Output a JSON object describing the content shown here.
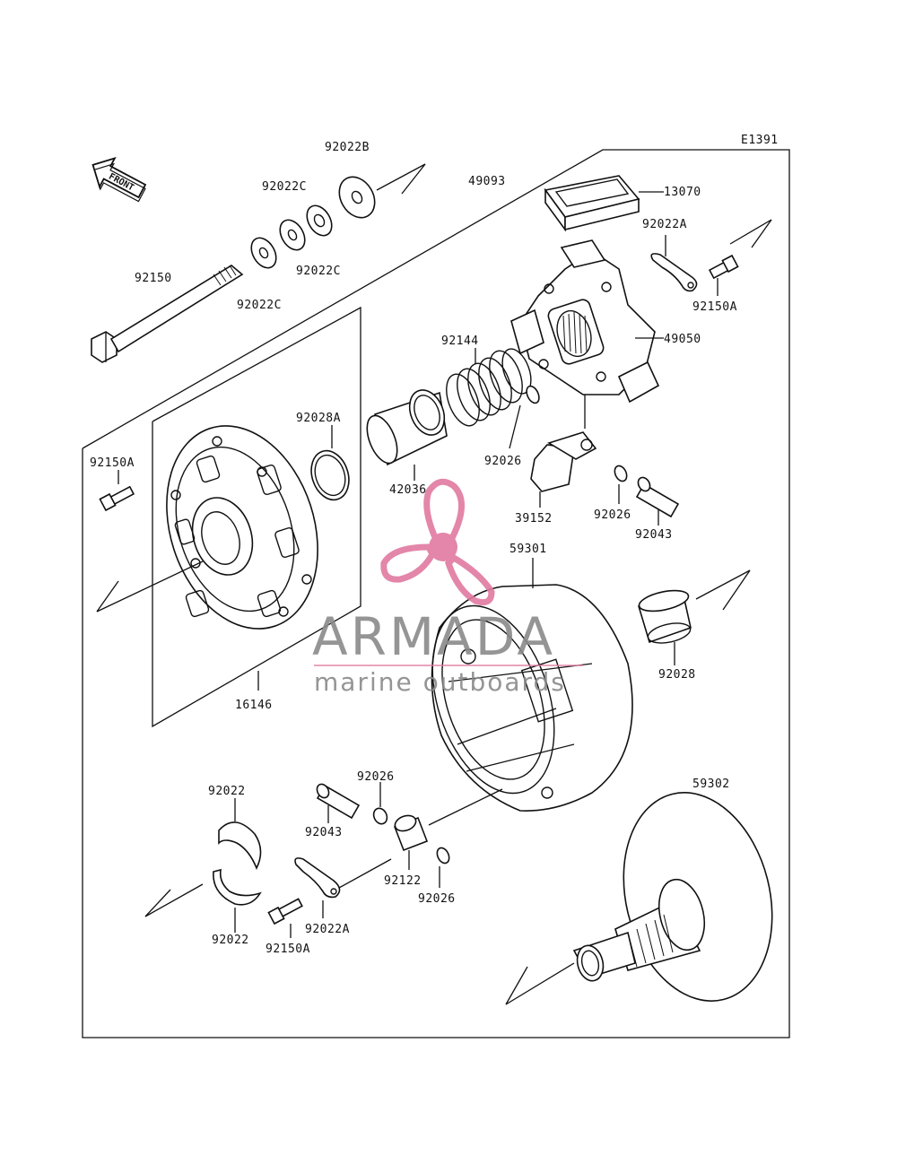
{
  "diagram_code": "E1391",
  "front_label": "FRONT",
  "watermark": {
    "brand": "ARMADA",
    "tagline": "marine outboards",
    "logo_color": "#e07aa0",
    "text_color": "#8a8a8a"
  },
  "part_labels": {
    "p92022B": "92022B",
    "p92022C_a": "92022C",
    "p92022C_b": "92022C",
    "p92022C_c": "92022C",
    "p49093": "49093",
    "p13070": "13070",
    "p92022A_top": "92022A",
    "p92150A_top": "92150A",
    "p92150": "92150",
    "p49050": "49050",
    "p92144": "92144",
    "p92028A": "92028A",
    "p92150A_left": "92150A",
    "p92026_a": "92026",
    "p42036": "42036",
    "p39152": "39152",
    "p92026_b": "92026",
    "p92043_a": "92043",
    "p59301": "59301",
    "p92028": "92028",
    "p16146": "16146",
    "p59302": "59302",
    "p92022_a": "92022",
    "p92026_c": "92026",
    "p92043_b": "92043",
    "p92122": "92122",
    "p92026_d": "92026",
    "p92022_b": "92022",
    "p92022A_bot": "92022A",
    "p92150A_bot": "92150A"
  }
}
